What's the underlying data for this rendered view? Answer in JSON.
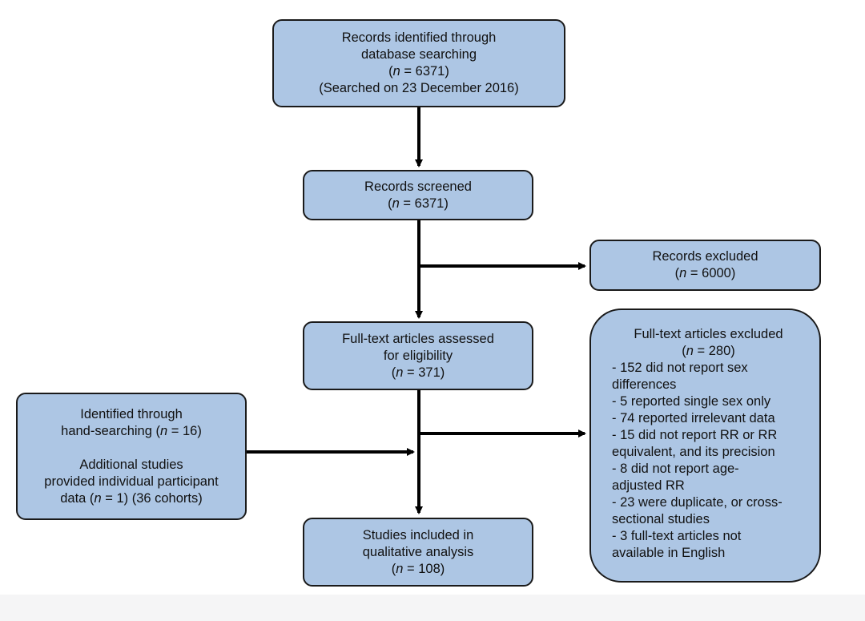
{
  "boxes": {
    "identified": {
      "line1": "Records identified through",
      "line2": "database searching",
      "n": "6371",
      "note": "(Searched on 23 December 2016)"
    },
    "screened": {
      "line1": "Records screened",
      "n": "6371"
    },
    "records_excluded": {
      "line1": "Records excluded",
      "n": "6000"
    },
    "fulltext_assessed": {
      "line1": "Full-text articles assessed",
      "line2": "for eligibility",
      "n": "371"
    },
    "fulltext_excluded": {
      "title": "Full-text articles excluded",
      "n": "280",
      "reasons": [
        "- 152 did not report sex",
        "differences",
        "- 5 reported single sex only",
        "- 74 reported irrelevant data",
        "- 15 did not report RR or RR",
        "equivalent, and its precision",
        "- 8 did not report age-",
        "adjusted RR",
        "- 23 were duplicate, or cross-",
        "sectional studies",
        "- 3 full-text articles not",
        "available in English"
      ]
    },
    "hand_search": {
      "line1": "Identified through",
      "line2_prefix": "hand-searching (",
      "n": "16",
      "line3": "Additional studies",
      "line4": "provided individual participant",
      "line5_prefix": "data (",
      "n2": "1",
      "line5_suffix": ") (36 cohorts)"
    },
    "included": {
      "line1": "Studies included in",
      "line2": "qualitative analysis",
      "n": "108"
    }
  },
  "labels": {
    "n_symbol": "n",
    "equals": " = "
  }
}
